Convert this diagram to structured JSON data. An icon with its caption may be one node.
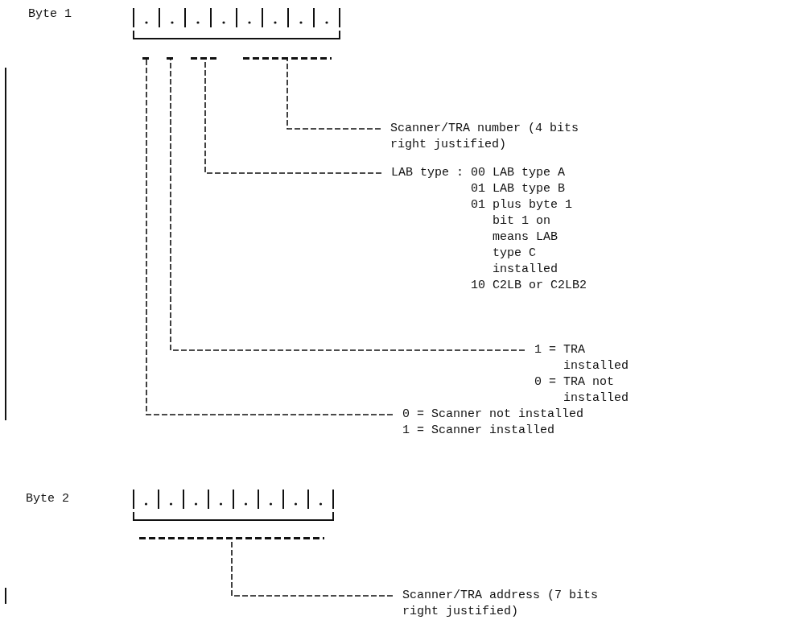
{
  "diagram": {
    "nodes": [
      {
        "text": [],
        "shape": "bar"
      },
      {
        "text": [],
        "shape": "bar"
      },
      {
        "text": [],
        "shape": "bar"
      },
      {
        "text": [],
        "shape": "bar"
      },
      {
        "text": [
          "Scanner/TRA number (4 bits right justified)"
        ]
      },
      {
        "text": [
          "LAB type :",
          "00 LAB type A",
          "01 LAB type B",
          "01 plus byte 1 bit 1 on means LAB type C installed",
          "10 C2LB or C2LB2"
        ]
      },
      {
        "text": [
          "1 = TRA installed",
          "0 = TRA not installed"
        ]
      },
      {
        "text": [
          "0 = Scanner not installed",
          "1 = Scanner installed"
        ]
      },
      {
        "text": [],
        "shape": "bar"
      },
      {
        "text": [
          "Scanner/TRA address (7 bits right justified)"
        ]
      }
    ],
    "edges": [
      {
        "from": 4,
        "to": 3,
        "arrow": "none"
      },
      {
        "from": 5,
        "to": 2,
        "arrow": "none"
      },
      {
        "from": 6,
        "to": 1,
        "arrow": "none"
      },
      {
        "from": 7,
        "to": 0,
        "arrow": "none"
      },
      {
        "from": 9,
        "to": 8,
        "arrow": "none"
      }
    ],
    "labels": [
      "Byte 1",
      "Byte 2"
    ]
  }
}
